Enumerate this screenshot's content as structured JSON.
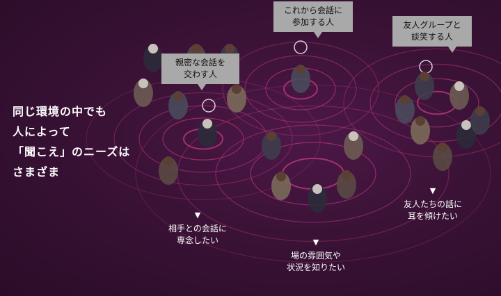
{
  "headline": {
    "lines": [
      "同じ環境の中でも",
      "人によって",
      "「聞こえ」のニーズは",
      "さまざま"
    ]
  },
  "callouts": {
    "private": [
      "親密な会話を",
      "交わす人"
    ],
    "joining": [
      "これから会話に",
      "参加する人"
    ],
    "friends": [
      "友人グループと",
      "談笑する人"
    ]
  },
  "needs": {
    "arrow": "▼",
    "focus": [
      "相手との会話に",
      "専念したい"
    ],
    "atmosphere": [
      "場の雰囲気や",
      "状況を知りたい"
    ],
    "friends": [
      "友人たちの話に",
      "耳を傾けたい"
    ]
  },
  "colors": {
    "background": "#3a1236",
    "ring": "#b5357a",
    "callout_bg": "#a9a9a9",
    "text": "#ffffff"
  }
}
